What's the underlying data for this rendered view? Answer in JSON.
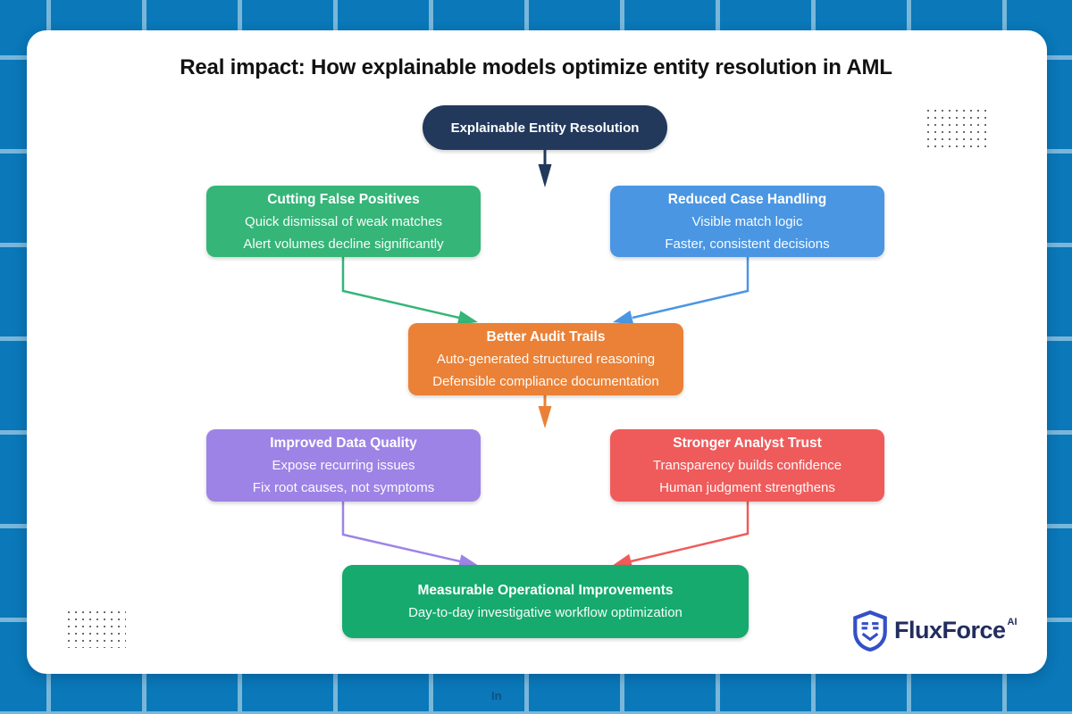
{
  "page": {
    "title": "Real impact: How explainable models optimize entity resolution in AML",
    "watermark": "In"
  },
  "colors": {
    "background": "#0a78b9",
    "grid_line": "#79b7da",
    "card": "#ffffff",
    "navy": "#22395c",
    "green": "#35b578",
    "blue": "#4a96e2",
    "orange": "#ea8136",
    "purple": "#9d83e6",
    "red": "#ef5b5b",
    "emerald": "#16aa6e",
    "logo_navy": "#232d5e",
    "logo_blue": "#3350c8"
  },
  "diagram": {
    "root": {
      "label": "Explainable Entity Resolution"
    },
    "nodes": [
      {
        "id": "cutting-false-positives",
        "title": "Cutting False Positives",
        "lines": [
          "Quick dismissal of weak matches",
          "Alert volumes decline significantly"
        ],
        "color": "green"
      },
      {
        "id": "reduced-case-handling",
        "title": "Reduced Case Handling",
        "lines": [
          "Visible match logic",
          "Faster, consistent decisions"
        ],
        "color": "blue"
      },
      {
        "id": "better-audit-trails",
        "title": "Better Audit Trails",
        "lines": [
          "Auto-generated structured reasoning",
          "Defensible compliance documentation"
        ],
        "color": "orange"
      },
      {
        "id": "improved-data-quality",
        "title": "Improved Data Quality",
        "lines": [
          "Expose recurring issues",
          "Fix root causes, not symptoms"
        ],
        "color": "purple"
      },
      {
        "id": "stronger-analyst-trust",
        "title": "Stronger Analyst Trust",
        "lines": [
          "Transparency builds confidence",
          "Human judgment strengthens"
        ],
        "color": "red"
      },
      {
        "id": "measurable-operational-improvements",
        "title": "Measurable Operational Improvements",
        "lines": [
          "Day-to-day investigative workflow optimization"
        ],
        "color": "emerald"
      }
    ]
  },
  "logo": {
    "name": "FluxForce",
    "suffix": "AI"
  }
}
